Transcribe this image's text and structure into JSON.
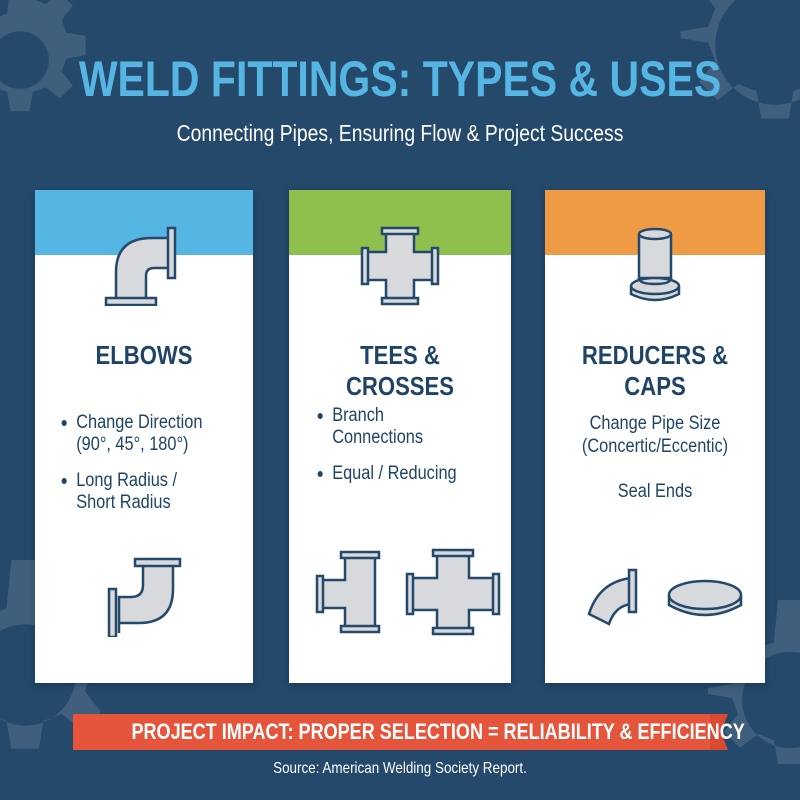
{
  "header": {
    "title": "WELD FITTINGS: TYPES & USES",
    "subtitle": "Connecting Pipes, Ensuring Flow & Project Success"
  },
  "colors": {
    "background": "#24496b",
    "title": "#56b6e3",
    "card_text": "#1f4466",
    "elbows_band": "#56b6e3",
    "tees_band": "#8fc04e",
    "reducers_band": "#ef9a45",
    "banner": "#e5553b",
    "pipe_fill": "#d7d9dc",
    "pipe_stroke": "#24496b"
  },
  "cards": [
    {
      "title": "ELBOWS",
      "items": [
        "Change Direction",
        "(90°, 45°, 180°)",
        "Long Radius /",
        "Short Radius"
      ],
      "bullets": [
        {
          "line1": "Change Direction",
          "line2": "(90°, 45°, 180°)"
        },
        {
          "line1": "Long Radius /",
          "line2": "Short Radius"
        }
      ],
      "top_icon": "elbow-pipe-icon",
      "bottom_icon": "elbow-pipe-icon"
    },
    {
      "title": "TEES & CROSSES",
      "bullets": [
        {
          "line1": "Branch",
          "line2": "Connections"
        },
        {
          "line1": "Equal / Reducing",
          "line2": ""
        }
      ],
      "top_icon": "cross-fitting-icon",
      "bottom_icons": [
        "tee-fitting-icon",
        "cross-fitting-icon"
      ]
    },
    {
      "title_line1": "REDUCERS &",
      "title_line2": "CAPS",
      "text_line1": "Change Pipe Size",
      "text_line2": "(Concertic/Eccentic)",
      "text_line3": "Seal Ends",
      "top_icon": "reducer-icon",
      "bottom_icons": [
        "elbow-pipe-icon",
        "cap-disc-icon"
      ]
    }
  ],
  "footer": {
    "banner": "PROJECT IMPACT: PROPER SELECTION = RELIABILITY & EFFICIENCY",
    "source": "Source: American Welding Society Report."
  }
}
